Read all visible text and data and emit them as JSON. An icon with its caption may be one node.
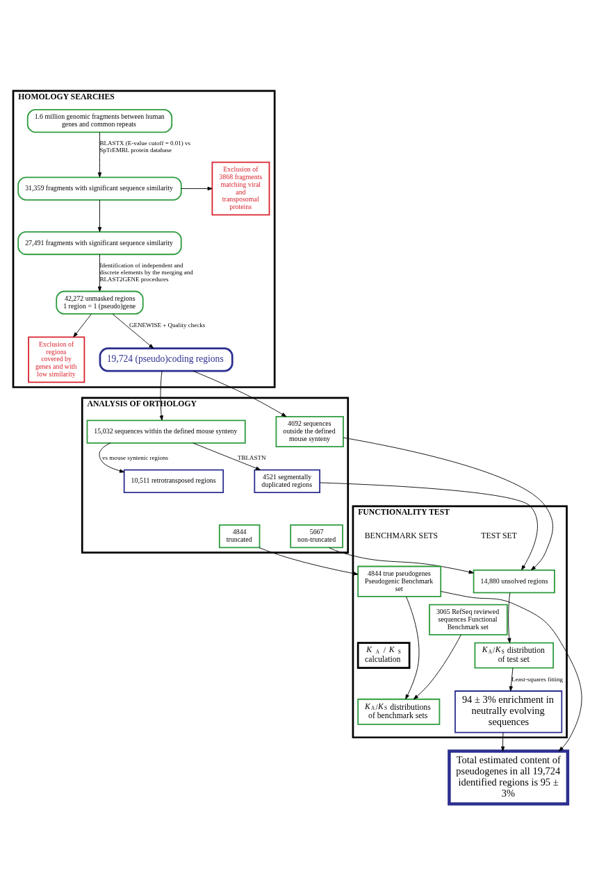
{
  "diagram": {
    "nodes": [
      {
        "text": [
          "HOMOLOGY SEARCHES"
        ]
      },
      {
        "text": [
          "1.6 million genomic fragments between human genes and common repeats"
        ],
        "in": 0
      },
      {
        "text": [
          "31,359 fragments with significant sequence similarity"
        ],
        "in": 0
      },
      {
        "text": [
          "Exclusion of 3868 fragments matching viral and transposomal proteins"
        ],
        "in": 0
      },
      {
        "text": [
          "27,491 fragments with significant sequence similarity"
        ],
        "in": 0
      },
      {
        "text": [
          "42,272 unmasked regions",
          "1 region = 1 (pseudo)gene"
        ],
        "in": 0
      },
      {
        "text": [
          "Exclusion of regions covered by genes and with low similarity"
        ],
        "in": 0
      },
      {
        "text": [
          "19,724 (pseudo)coding regions"
        ],
        "in": 0
      },
      {
        "text": [
          "ANALYSIS OF ORTHOLOGY"
        ]
      },
      {
        "text": [
          "4692 sequences outside the defined mouse synteny"
        ],
        "in": 8
      },
      {
        "text": [
          "15,032 sequences within the defined mouse synteny"
        ],
        "in": 8
      },
      {
        "text": [
          "4521 segmentally duplicated regions"
        ],
        "in": 8
      },
      {
        "text": [
          "10,511 retrotransposed regions"
        ],
        "in": 8
      },
      {
        "text": [
          "5667 non-truncated"
        ],
        "in": 8
      },
      {
        "text": [
          "4844 truncated"
        ],
        "in": 8
      },
      {
        "text": [
          "FUNCTIONALITY TEST"
        ]
      },
      {
        "text": [
          "14,880 unsolved regions"
        ],
        "in": 15
      },
      {
        "text": [
          "3065 RefSeq reviewed sequences Functional Benchmark set"
        ],
        "in": 15
      },
      {
        "text": [
          "4844 true pseudogenes Pseudogenic Benchmark set"
        ],
        "in": 15
      },
      {
        "text": [
          "*K*$_{A}$/*K*$_{S}$ distribution of test set"
        ],
        "in": 15
      },
      {
        "text": [
          "*K*$_{A}$/*K*$_{S}$ calculation"
        ],
        "in": 15
      },
      {
        "text": [
          "*K*$_{A}$/*K*$_{S}$ distributions of benchmark sets"
        ],
        "in": 15
      },
      {
        "text": [
          "94 ± 3% enrichment in neutrally evolving sequences"
        ],
        "in": 15
      },
      {
        "text": [
          "Total estimated content of pseudogenes in all 19,724 identified regions is 95 ± 3%"
        ]
      }
    ],
    "edges": [
      {
        "from": 1,
        "to": 2,
        "arrow": "to",
        "label": "BLASTX (E-value cutoff = 0.01) vs SpTrEMBL protein database"
      },
      {
        "from": 2,
        "to": 4,
        "arrow": "to"
      },
      {
        "from": 2,
        "to": 3,
        "arrow": "to"
      },
      {
        "from": 4,
        "to": 5,
        "arrow": "to",
        "label": "Identification of independent and discrete elements by the merging and BLAST2GENE procedures"
      },
      {
        "from": 5,
        "to": 7,
        "arrow": "to",
        "label": "GENEWISE + Quality checks"
      },
      {
        "from": 5,
        "to": 6,
        "arrow": "to"
      },
      {
        "from": 7,
        "to": 9,
        "arrow": "to"
      },
      {
        "from": 7,
        "to": 10,
        "arrow": "to"
      },
      {
        "from": 10,
        "to": 11,
        "arrow": "to",
        "label": "TBLASTN"
      },
      {
        "from": 10,
        "to": 12,
        "arrow": "to",
        "label": "vs mouse syntenic regions"
      },
      {
        "from": 9,
        "to": 16,
        "arrow": "to"
      },
      {
        "from": 11,
        "to": 16,
        "arrow": "to"
      },
      {
        "from": 13,
        "to": 16,
        "arrow": "to"
      },
      {
        "from": 14,
        "to": 18,
        "arrow": "to"
      },
      {
        "from": 16,
        "to": 19,
        "arrow": "to"
      },
      {
        "from": 17,
        "to": 21,
        "arrow": "to"
      },
      {
        "from": 18,
        "to": 21,
        "arrow": "to"
      },
      {
        "from": 19,
        "to": 22,
        "arrow": "to",
        "label": "Least-squares fitting"
      },
      {
        "from": 22,
        "to": 23,
        "arrow": "to"
      },
      {
        "from": 18,
        "to": 23,
        "arrow": "to"
      }
    ],
    "labels": [
      "TEST SET",
      "BENCHMARK SETS"
    ]
  }
}
